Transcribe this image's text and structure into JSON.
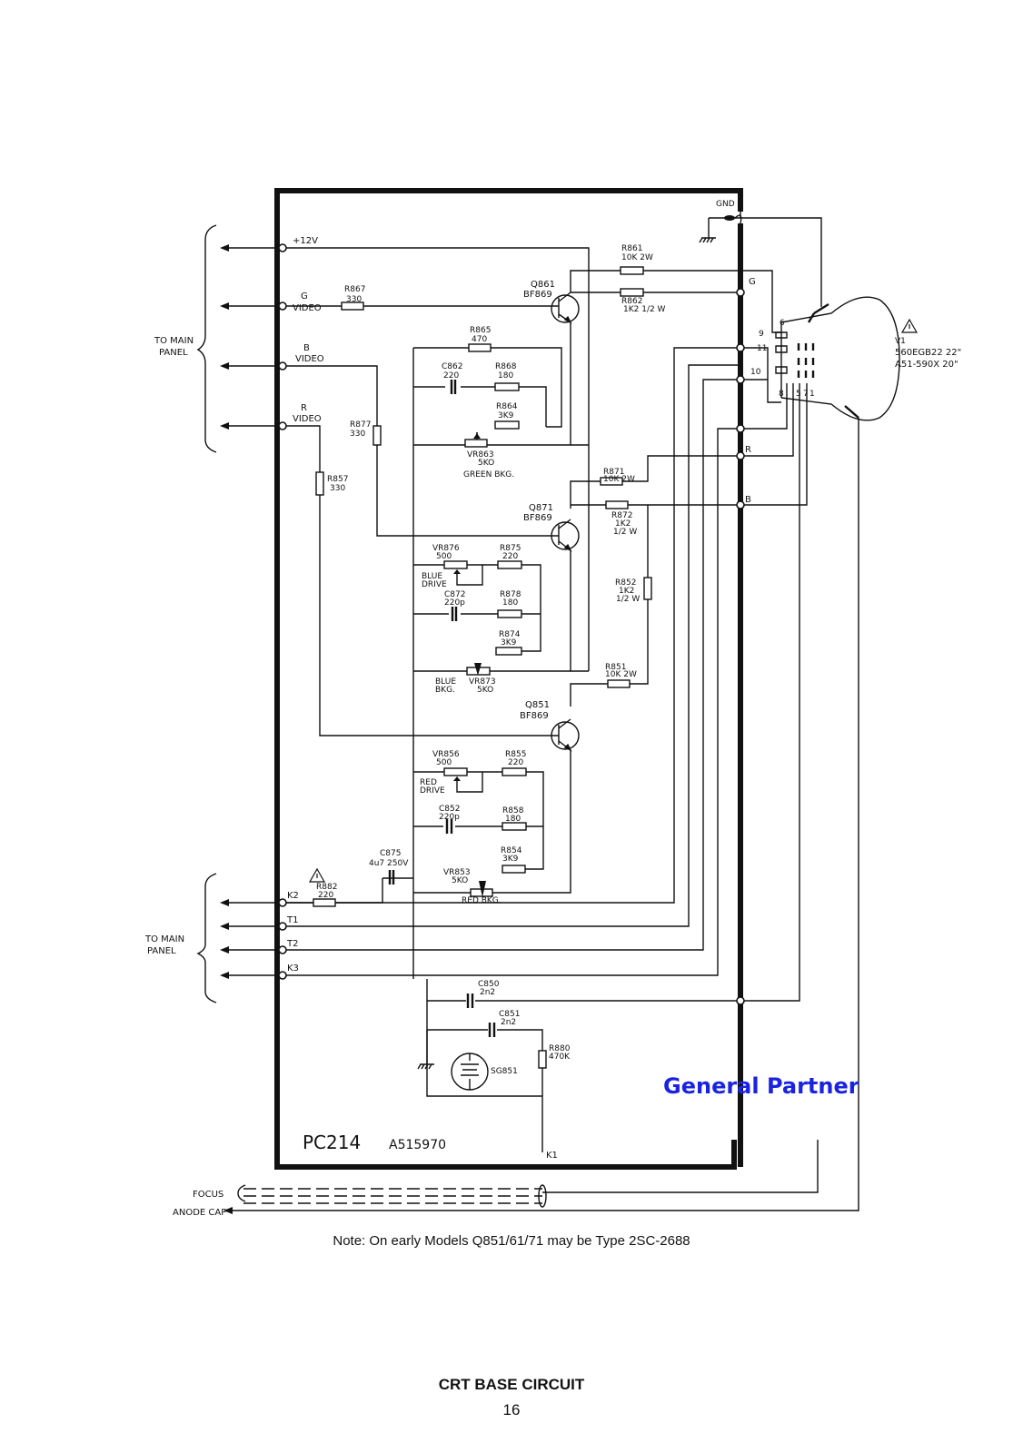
{
  "board": {
    "name": "PC214",
    "part": "A515970"
  },
  "left_connectors": {
    "top_group_label": [
      "TO MAIN",
      "PANEL"
    ],
    "bottom_group_label": [
      "TO MAIN",
      "PANEL"
    ],
    "nets": {
      "p12v": "+12V",
      "g_video": [
        "G",
        "VIDEO"
      ],
      "b_video": [
        "B",
        "VIDEO"
      ],
      "r_video": [
        "R",
        "VIDEO"
      ],
      "k2": "K2",
      "t1": "T1",
      "t2": "T2",
      "k3": "K3",
      "k1": "K1"
    }
  },
  "right_connectors": {
    "gnd": "GND",
    "g": "G",
    "r": "R",
    "b": "B"
  },
  "tube": {
    "designator": "V1",
    "types": [
      "560EGB22  22\"",
      "A51-590X  20\""
    ],
    "pins": [
      "6",
      "9",
      "11",
      "10",
      "8",
      "5",
      "7",
      "1"
    ]
  },
  "components": {
    "R867": [
      "R867",
      "330"
    ],
    "R861": [
      "R861",
      "10K 2W"
    ],
    "R862": [
      "R862",
      "1K2 1/2 W"
    ],
    "Q861": [
      "Q861",
      "BF869"
    ],
    "R865": [
      "R865",
      "470"
    ],
    "C862": [
      "C862",
      "220"
    ],
    "R868": [
      "R868",
      "180"
    ],
    "R864": [
      "R864",
      "3K9"
    ],
    "VR863": [
      "VR863",
      "5KO"
    ],
    "green_bkg": "GREEN BKG.",
    "R877": [
      "R877",
      "330"
    ],
    "R857": [
      "R857",
      "330"
    ],
    "R871": [
      "R871",
      "10K 2W"
    ],
    "R872": [
      "R872",
      "1K2",
      "1/2 W"
    ],
    "Q871": [
      "Q871",
      "BF869"
    ],
    "VR876": [
      "VR876",
      "500"
    ],
    "R875": [
      "R875",
      "220"
    ],
    "blue_drive": [
      "BLUE",
      "DRIVE"
    ],
    "C872": [
      "C872",
      "220p"
    ],
    "R878": [
      "R878",
      "180"
    ],
    "R852": [
      "R852",
      "1K2",
      "1/2 W"
    ],
    "R874": [
      "R874",
      "3K9"
    ],
    "blue_bkg": [
      "BLUE",
      "BKG."
    ],
    "VR873": [
      "VR873",
      "5KO"
    ],
    "R851": [
      "R851",
      "10K 2W"
    ],
    "Q851": [
      "Q851",
      "BF869"
    ],
    "VR856": [
      "VR856",
      "500"
    ],
    "R855": [
      "R855",
      "220"
    ],
    "red_drive": [
      "RED",
      "DRIVE"
    ],
    "C852": [
      "C852",
      "220p"
    ],
    "R858": [
      "R858",
      "180"
    ],
    "C875": [
      "C875",
      "4u7  250V"
    ],
    "R854": [
      "R854",
      "3K9"
    ],
    "VR853": [
      "VR853",
      "5KO"
    ],
    "red_bkg": "RED BKG.",
    "R882": [
      "R882",
      "220"
    ],
    "C850": [
      "C850",
      "2n2"
    ],
    "C851": [
      "C851",
      "2n2"
    ],
    "R880": [
      "R880",
      "470K"
    ],
    "SG851": "SG851"
  },
  "bottom_leads": {
    "focus": "FOCUS",
    "anode_cap": "ANODE CAP"
  },
  "note": "Note: On early Models Q851/61/71 may be Type 2SC-2688",
  "watermark": "General Partner",
  "footer": {
    "title": "CRT BASE CIRCUIT",
    "page": "16"
  },
  "colors": {
    "ink": "#111111",
    "watermark": "#1a24e0",
    "paper": "#ffffff"
  }
}
